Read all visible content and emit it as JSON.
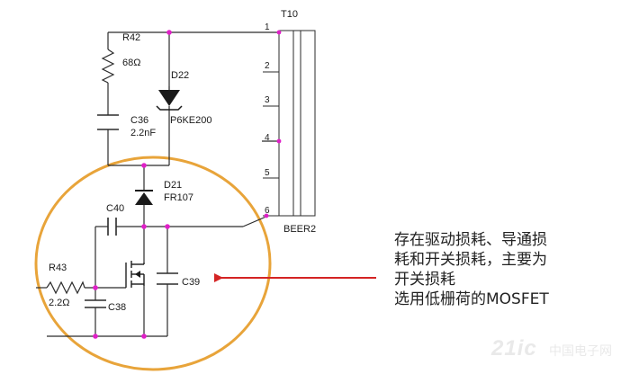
{
  "transformer": {
    "ref": "T10",
    "part": "BEER2",
    "pins": [
      "1",
      "2",
      "3",
      "4",
      "5",
      "6"
    ]
  },
  "components": {
    "r42": {
      "ref": "R42",
      "value": "68Ω"
    },
    "d22": {
      "ref": "D22",
      "value": "P6KE200"
    },
    "c36": {
      "ref": "C36",
      "value": "2.2nF"
    },
    "d21": {
      "ref": "D21",
      "value": "FR107"
    },
    "c40": {
      "ref": "C40"
    },
    "r43": {
      "ref": "R43",
      "value": "2.2Ω"
    },
    "c38": {
      "ref": "C38"
    },
    "c39": {
      "ref": "C39"
    }
  },
  "annotation": {
    "lines": [
      "存在驱动损耗、导通损",
      "耗和开关损耗，主要为",
      "开关损耗",
      "选用低栅荷的MOSFET"
    ]
  },
  "watermark": {
    "text": "21ic",
    "sub": "中国电子网"
  },
  "colors": {
    "wire": "#2b2b2b",
    "node": "#e020c8",
    "highlight": "#e8a43a",
    "arrow": "#d42424"
  }
}
